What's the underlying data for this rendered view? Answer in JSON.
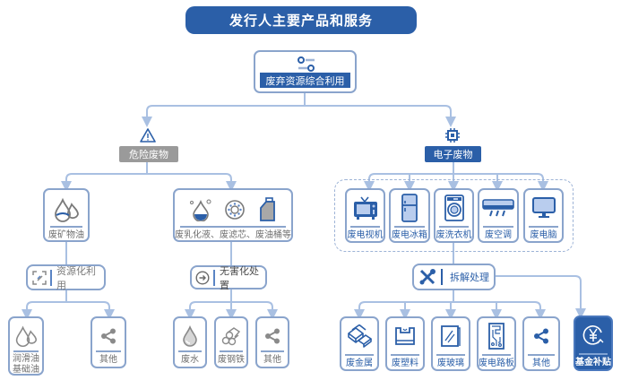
{
  "title": "发行人主要产品和服务",
  "root": {
    "label": "废弃资源综合利用",
    "icon": "sliders-icon"
  },
  "colors": {
    "primary": "#2b5fa8",
    "grey": "#9a9a9a",
    "line": "#a9c0e2",
    "border": "#8aa4cc"
  },
  "categories": {
    "hazardous": {
      "label": "危险废物",
      "icon": "warning-icon",
      "items": [
        {
          "label": "废矿物油",
          "icons": [
            "oil-drops-icon"
          ]
        },
        {
          "label": "废乳化液、废滤芯、废油桶等",
          "icons": [
            "emulsion-drop-icon",
            "filter-icon",
            "oil-barrel-icon"
          ]
        }
      ],
      "processes": [
        {
          "label": "资源化利用",
          "icon": "recycle-scan-icon",
          "outputs": [
            {
              "label": "润滑油\n基础油",
              "line1": "润滑油",
              "line2": "基础油",
              "icon": "oil-drops-icon"
            },
            {
              "label": "其他",
              "icon": "share-icon"
            }
          ]
        },
        {
          "label": "无害化处置",
          "icon": "arrow-circle-icon",
          "outputs": [
            {
              "label": "废水",
              "icon": "water-drop-icon"
            },
            {
              "label": "废钢铁",
              "icon": "steel-pipes-icon"
            },
            {
              "label": "其他",
              "icon": "share-icon"
            }
          ]
        }
      ]
    },
    "electronic": {
      "label": "电子废物",
      "icon": "chip-icon",
      "items": [
        {
          "label": "废电视机",
          "icon": "tv-icon"
        },
        {
          "label": "废电冰箱",
          "icon": "fridge-icon"
        },
        {
          "label": "废洗衣机",
          "icon": "washing-machine-icon"
        },
        {
          "label": "废空调",
          "icon": "air-conditioner-icon"
        },
        {
          "label": "废电脑",
          "icon": "monitor-icon"
        }
      ],
      "process": {
        "label": "拆解处理",
        "icon": "tools-icon",
        "outputs": [
          {
            "label": "废金属",
            "icon": "metal-ingots-icon"
          },
          {
            "label": "废塑料",
            "icon": "plastic-icon"
          },
          {
            "label": "废玻璃",
            "icon": "glass-icon"
          },
          {
            "label": "废电路板",
            "icon": "circuit-board-icon"
          },
          {
            "label": "其他",
            "icon": "share-icon"
          }
        ]
      },
      "fund": {
        "label": "基金补贴",
        "icon": "yen-circle-icon"
      }
    }
  }
}
